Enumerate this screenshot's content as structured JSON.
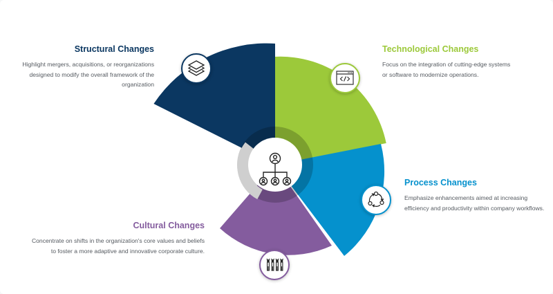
{
  "diagram": {
    "type": "segmented-radial-wheel",
    "center_icon": "org-hierarchy-icon",
    "colors": {
      "structural": "#0b3761",
      "technological": "#9cc93a",
      "process": "#0591cd",
      "cultural": "#845c9e",
      "ring": "#cccccc",
      "text": "#555a60"
    },
    "segments": [
      {
        "id": "structural",
        "title": "Structural Changes",
        "description_lines": [
          "Highlight mergers, acquisitions, or reorganizations",
          "designed to modify the overall framework of the",
          "organization"
        ],
        "icon": "layers-icon"
      },
      {
        "id": "technological",
        "title": "Technological Changes",
        "description_lines": [
          "Focus on the integration of cutting-edge systems",
          "or software to modernize operations."
        ],
        "icon": "code-window-icon"
      },
      {
        "id": "process",
        "title": "Process Changes",
        "description_lines": [
          "Emphasize enhancements aimed at increasing",
          "efficiency and productivity within company workflows."
        ],
        "icon": "cycle-arrows-icon"
      },
      {
        "id": "cultural",
        "title": "Cultural Changes",
        "description_lines": [
          "Concentrate on shifts in the organization's core values and beliefs",
          "to foster a more adaptive and innovative corporate culture."
        ],
        "icon": "people-celebrating-icon"
      }
    ]
  }
}
